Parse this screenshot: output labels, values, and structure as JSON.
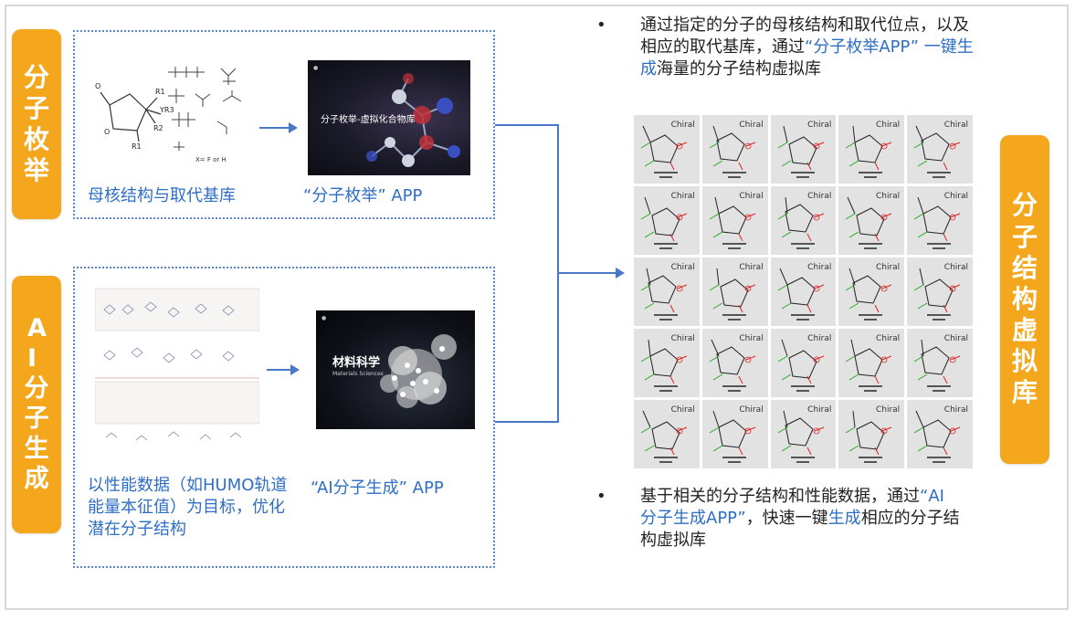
{
  "left_tabs": {
    "top_chars": [
      "分",
      "子",
      "枚",
      "举"
    ],
    "bottom_chars": [
      "A",
      "I",
      "分",
      "子",
      "生",
      "成"
    ]
  },
  "right_tab_chars": [
    "分",
    "子",
    "结",
    "构",
    "虚",
    "拟",
    "库"
  ],
  "top_box": {
    "caption_left": "母核结构与取代基库",
    "caption_right": "“分子枚举” APP",
    "screen_title": "分子枚举-虚拟化合物库",
    "formula_note": "X= F or H"
  },
  "bottom_box": {
    "caption_left": "以性能数据（如HUMO轨道能量本征值）为目标，优化潜在分子结构",
    "caption_right": "“AI分子生成” APP",
    "screen_title": "材料科学",
    "screen_subtitle": "Materials Sciences"
  },
  "bullet1": {
    "part1": "通过指定的分子的母核结构和取代位点，以及相应的取代基库，通过",
    "highlight": "“分子枚举APP” 一键生成",
    "part2": "海量的分子结构虚拟库"
  },
  "bullet2": {
    "part1": "基于相关的分子结构和性能数据，通过",
    "highlight": "“AI分子生成APP”",
    "part2": "，快速一键",
    "highlight2": "生成",
    "part3": "相应的分子结构虚拟库"
  },
  "grid_label": "Chiral",
  "colors": {
    "accent_orange": "#f4a71d",
    "accent_blue": "#2e6ec6"
  }
}
